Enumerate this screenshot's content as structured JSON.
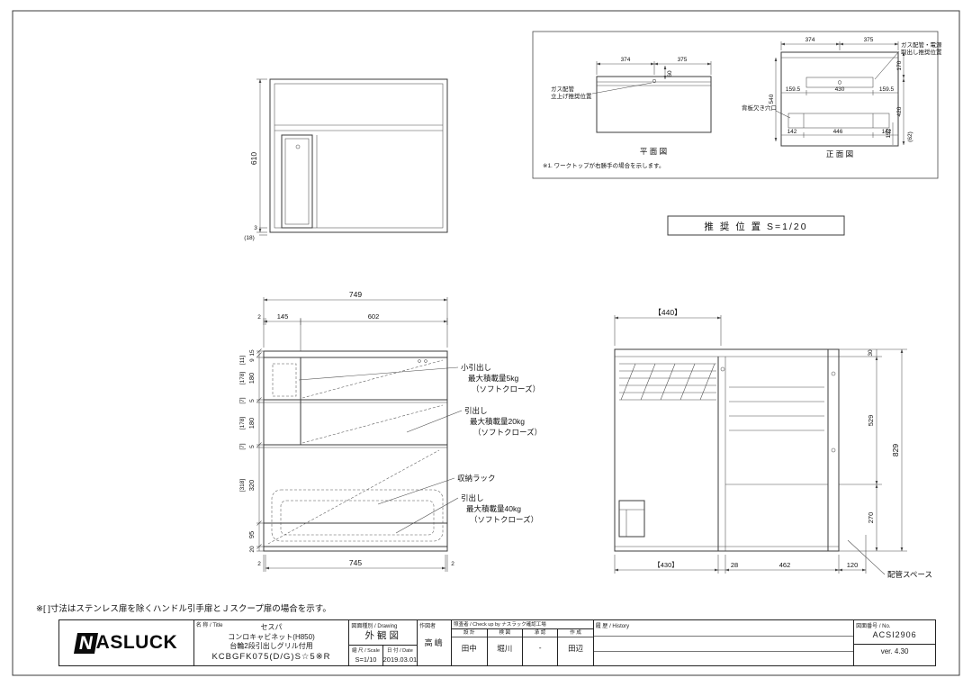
{
  "sheet": {
    "note": "※[ ]寸法はステンレス扉を除くハンドル引手扉とＪスクープ扉の場合を示す。"
  },
  "inset": {
    "recommend_label": "推 奨 位 置  S=1/20",
    "note1": "※1. ワークトップが右勝手の場合を示します。",
    "plan": {
      "caption": "平 面 図",
      "d374": "374",
      "d375": "375",
      "d60": "60",
      "gas_riser_1": "ガス配管",
      "gas_riser_2": "立上げ推奨位置"
    },
    "front": {
      "caption": "正 面 図",
      "d374": "374",
      "d375": "375",
      "d1595l": "159.5",
      "d430": "430",
      "d1595r": "159.5",
      "d142l": "142",
      "d446": "446",
      "d142r": "142",
      "d540": "540",
      "d170": "170",
      "d420": "420",
      "d152": "152",
      "d62": "(62)",
      "gas_outlet_1": "ガス配管・電源",
      "gas_outlet_2": "取出し推奨位置",
      "back_hole": "背板欠き穴口"
    }
  },
  "top_view": {
    "d610": "610",
    "d18": "(18)",
    "d3": "3"
  },
  "front_view": {
    "d749": "749",
    "d2a": "2",
    "d145": "145",
    "d602": "602",
    "d15": "15",
    "d9": "9",
    "b11": "[11]",
    "d180a": "180",
    "b178a": "[178]",
    "d5a": "5",
    "b7a": "[7]",
    "d180b": "180",
    "b178b": "[178]",
    "d5b": "5",
    "b7b": "[7]",
    "d320": "320",
    "b318": "[318]",
    "d95": "95",
    "d20": "20",
    "db2l": "2",
    "d745": "745",
    "db2r": "2",
    "c1a": "小引出し",
    "c1b": "最大積載量5kg",
    "c1c": "（ソフトクローズ）",
    "c2a": "引出し",
    "c2b": "最大積載量20kg",
    "c2c": "（ソフトクローズ）",
    "c3": "収納ラック",
    "c4a": "引出し",
    "c4b": "最大積載量40kg",
    "c4c": "（ソフトクローズ）"
  },
  "side_view": {
    "d440": "【440】",
    "d30": "30",
    "d529": "529",
    "d829": "829",
    "d270": "270",
    "d430": "【430】",
    "d28": "28",
    "d462": "462",
    "d120": "120",
    "pipe_label": "配管スペース"
  },
  "title_block": {
    "logo_n": "N",
    "logo_rest": "ASLUCK",
    "name_header": "名 称 / Title",
    "title_line1": "セスパ",
    "title_line2": "コンロキャビネット(H850)",
    "title_line3": "台輪2段引出しグリル付用",
    "title_line4": "KCBGFK075(D/G)S☆5※R",
    "drawing_header": "図面種別 / Drawing",
    "drawing_type": "外観図",
    "scale_header": "縮 尺 / Scale",
    "scale_value": "S=1/10",
    "date_header": "日 付 / Date",
    "date_value": "2019.03.01",
    "drawn_header": "作図者",
    "drawn_value": "高嶋",
    "check_header": "照査者 / Check up by ナスラック確認工場",
    "checks": [
      {
        "h": "設 計",
        "v": "田中"
      },
      {
        "h": "検 図",
        "v": "堀川"
      },
      {
        "h": "承 認",
        "v": "-"
      },
      {
        "h": "作 成",
        "v": "田辺"
      }
    ],
    "history_header": "履 歴 / History",
    "no_header": "図面番号 / No.",
    "no_value": "ACSI2906",
    "version": "ver. 4.30"
  }
}
